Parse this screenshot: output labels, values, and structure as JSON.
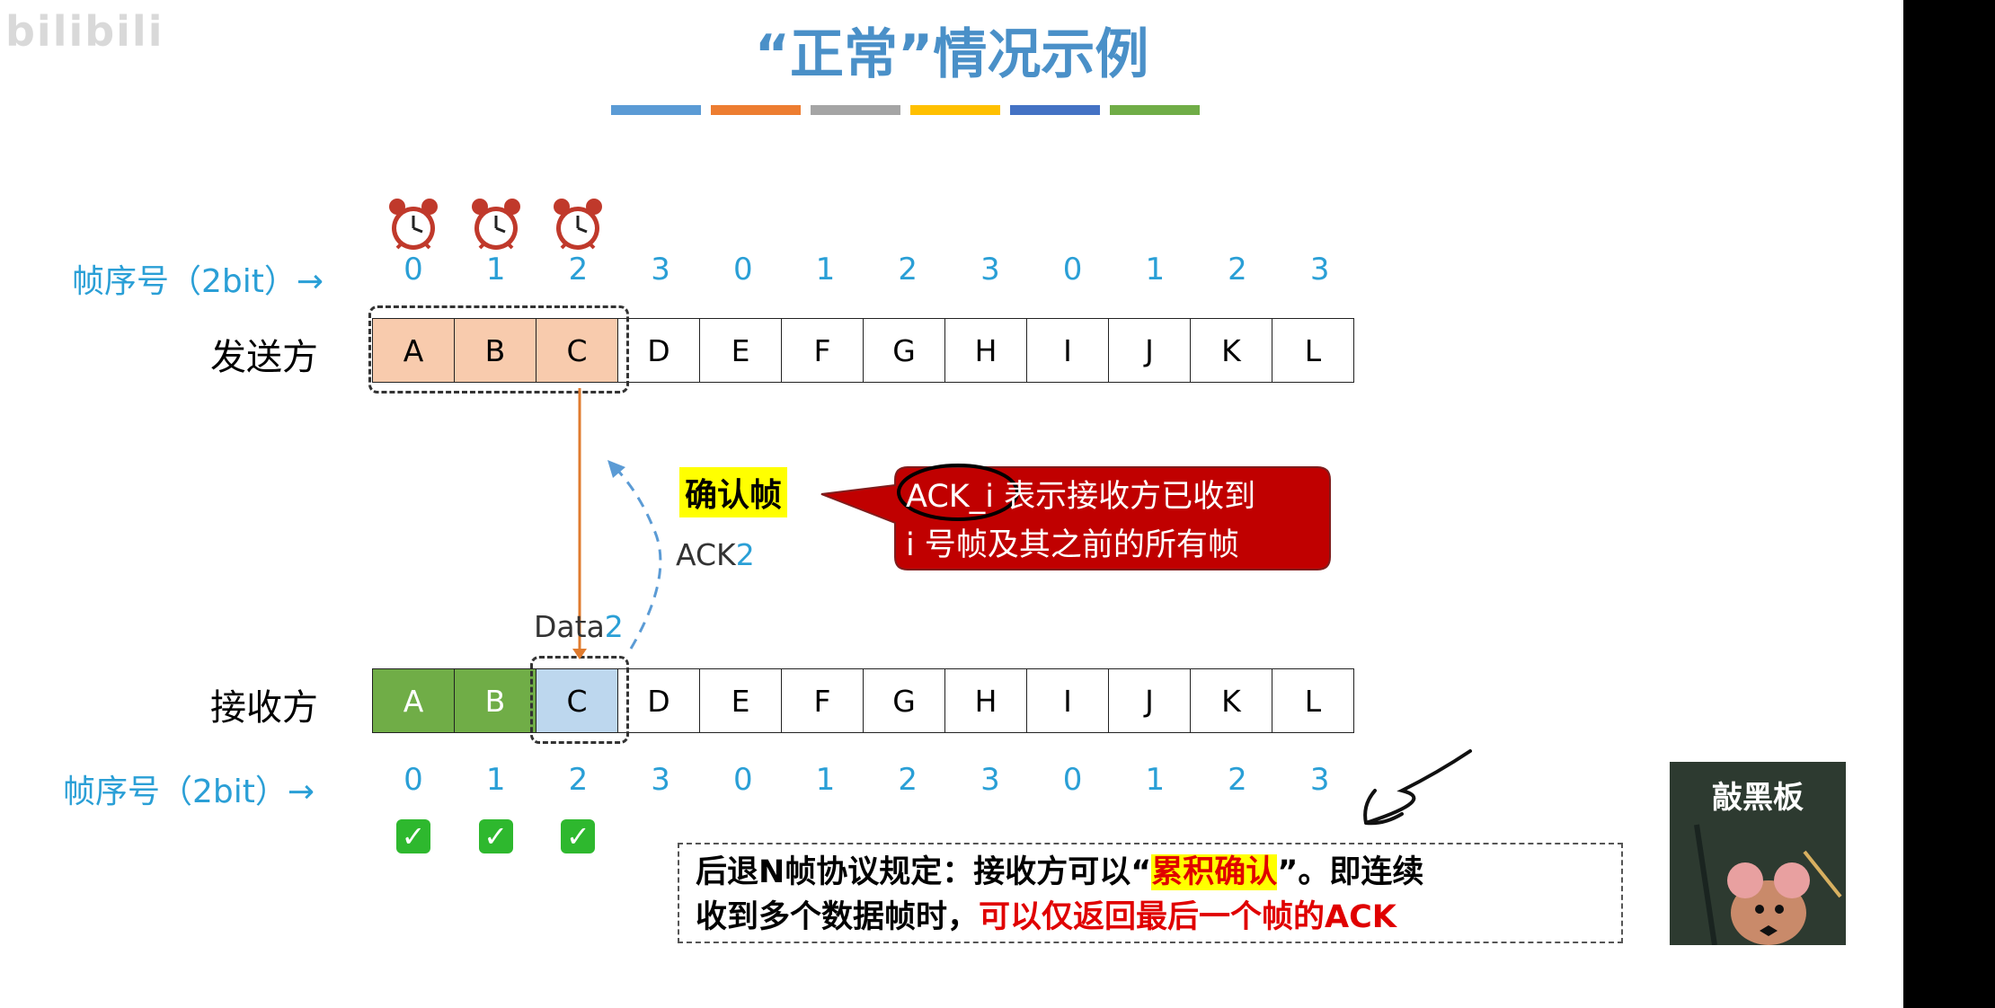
{
  "watermark": "bilibili",
  "title": "“正常”情况示例",
  "title_color": "#4a90c8",
  "color_bars": [
    "#5b9bd5",
    "#ed7d31",
    "#a5a5a5",
    "#ffc000",
    "#4472c4",
    "#70ad47"
  ],
  "sender": {
    "label": "发送方",
    "seq_label": "帧序号（2bit）→",
    "seq_numbers": [
      "0",
      "1",
      "2",
      "3",
      "0",
      "1",
      "2",
      "3",
      "0",
      "1",
      "2",
      "3"
    ],
    "frames": [
      "A",
      "B",
      "C",
      "D",
      "E",
      "F",
      "G",
      "H",
      "I",
      "J",
      "K",
      "L"
    ],
    "timer_icon": "alarm-clock-icon"
  },
  "receiver": {
    "label": "接收方",
    "seq_label": "帧序号（2bit）→",
    "seq_numbers": [
      "0",
      "1",
      "2",
      "3",
      "0",
      "1",
      "2",
      "3",
      "0",
      "1",
      "2",
      "3"
    ],
    "frames": [
      "A",
      "B",
      "C",
      "D",
      "E",
      "F",
      "G",
      "H",
      "I",
      "J",
      "K",
      "L"
    ],
    "check_icon": "check-mark-icon",
    "check_char": "✓"
  },
  "arrows": {
    "data_label_prefix": "Data",
    "data_label_num": "2",
    "ack_label_prefix": "ACK",
    "ack_label_num": "2"
  },
  "ack_frame_label": "确认帧",
  "callout": {
    "line1": "ACK_i 表示接收方已收到",
    "line2": "i 号帧及其之前的所有帧",
    "color": "#c00000"
  },
  "note": {
    "part1": "后退N帧协议规定：接收方可以“",
    "highlight": "累积确认",
    "part2": "”。即连续",
    "part3": "收到多个数据帧时，",
    "red": "可以仅返回最后一个帧的ACK"
  },
  "sticker_text": "敲黑板"
}
